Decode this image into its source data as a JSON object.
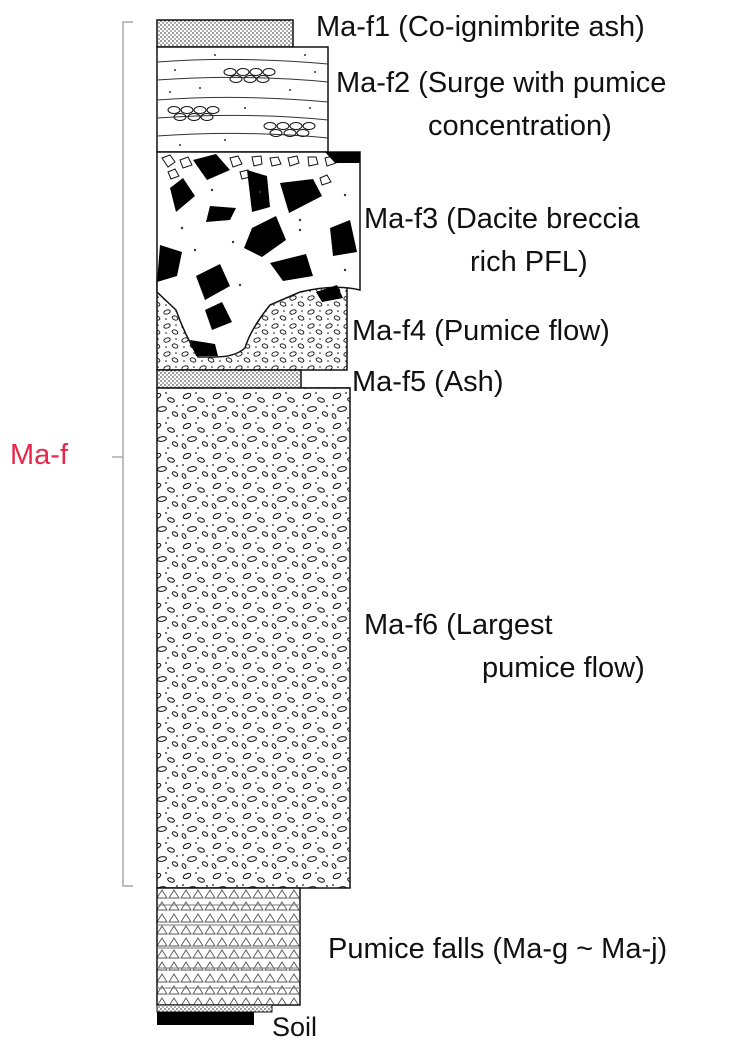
{
  "group": {
    "label": "Ma-f",
    "color": "#e8264a"
  },
  "units": [
    {
      "id": "f1",
      "line1": "Ma-f1 (Co-ignimbrite ash)"
    },
    {
      "id": "f2",
      "line1": "Ma-f2 (Surge with pumice",
      "line2": "concentration)"
    },
    {
      "id": "f3",
      "line1": "Ma-f3 (Dacite breccia",
      "line2": "rich PFL)"
    },
    {
      "id": "f4",
      "line1": "Ma-f4 (Pumice flow)"
    },
    {
      "id": "f5",
      "line1": "Ma-f5 (Ash)"
    },
    {
      "id": "f6",
      "line1": "Ma-f6 (Largest",
      "line2": "pumice flow)"
    },
    {
      "id": "falls",
      "line1": "Pumice falls (Ma-g ~ Ma-j)"
    },
    {
      "id": "soil",
      "line1": "Soil"
    }
  ]
}
